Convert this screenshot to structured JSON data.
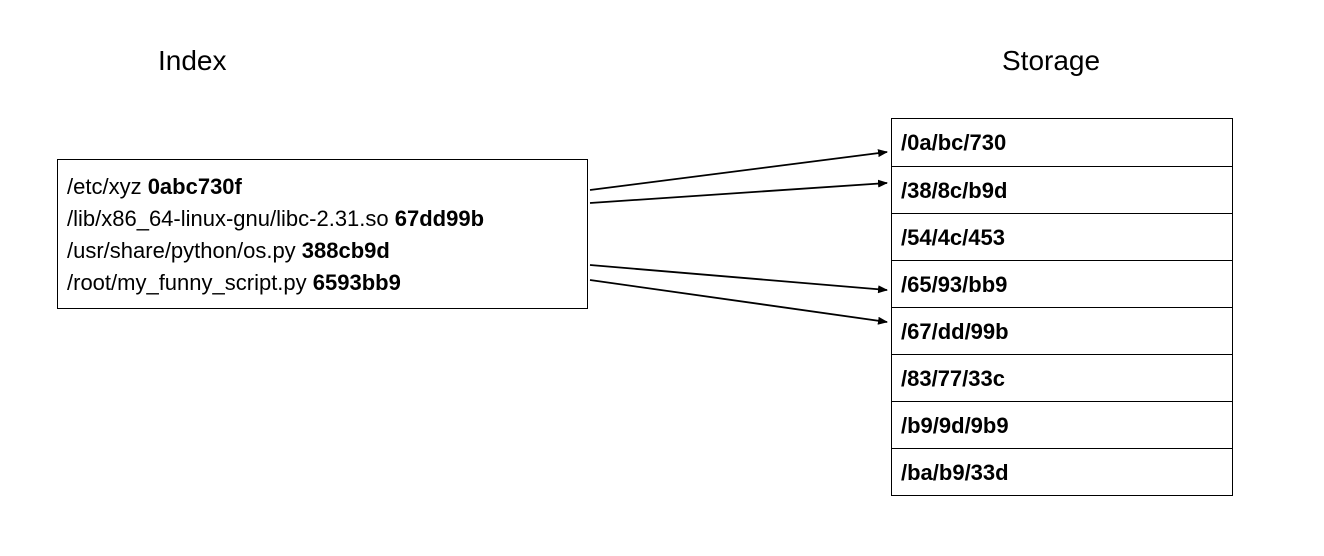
{
  "index": {
    "title": "Index",
    "entries": [
      {
        "path": "/etc/xyz  ",
        "hash": "0abc730f"
      },
      {
        "path": "/lib/x86_64-linux-gnu/libc-2.31.so ",
        "hash": "67dd99b"
      },
      {
        "path": "/usr/share/python/os.py ",
        "hash": "388cb9d"
      },
      {
        "path": "/root/my_funny_script.py ",
        "hash": "6593bb9"
      }
    ]
  },
  "storage": {
    "title": "Storage",
    "cells": [
      "/0a/bc/730",
      "/38/8c/b9d",
      "/54/4c/453",
      "/65/93/bb9",
      "/67/dd/99b",
      "/83/77/33c",
      "/b9/9d/9b9",
      "/ba/b9/33d"
    ]
  },
  "colors": {
    "line": "#000000",
    "background": "#ffffff"
  }
}
